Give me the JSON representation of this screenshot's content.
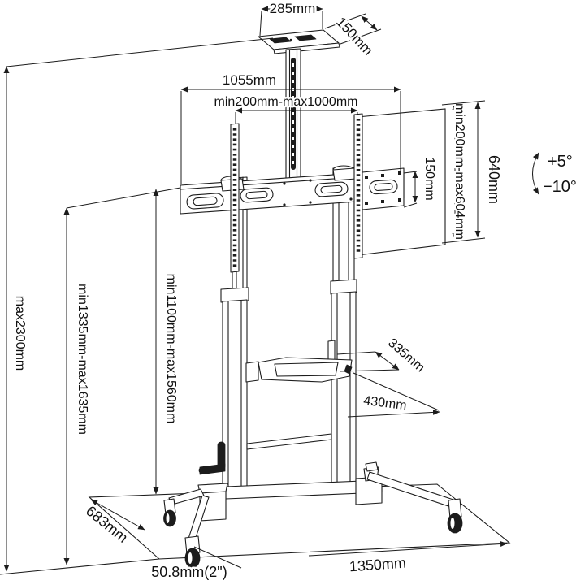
{
  "drawing": {
    "type": "technical-dimension-drawing",
    "subject": "Height-adjustable mobile TV cart stand with camera shelf and AV tray",
    "line_color": "#1c1c1c",
    "background": "#ffffff",
    "dimensions": {
      "top_shelf_width": "285mm",
      "top_shelf_depth": "150mm",
      "crossbar_width": "1055mm",
      "vesa_width_range": "min200mm-max1000mm",
      "side_bracket_height": "150mm",
      "vesa_height_range": "min200mm-max604mm",
      "bracket_full_height": "640mm",
      "tilt_up": "+5°",
      "tilt_down": "−10°",
      "overall_height": "max2300mm",
      "shelf_height_range": "min1335mm-max1635mm",
      "mount_height_range": "min1100mm-max1560mm",
      "tray_depth": "335mm",
      "tray_width": "430mm",
      "base_depth": "683mm",
      "caster_diameter": "50.8mm(2\")",
      "base_width": "1350mm"
    }
  }
}
